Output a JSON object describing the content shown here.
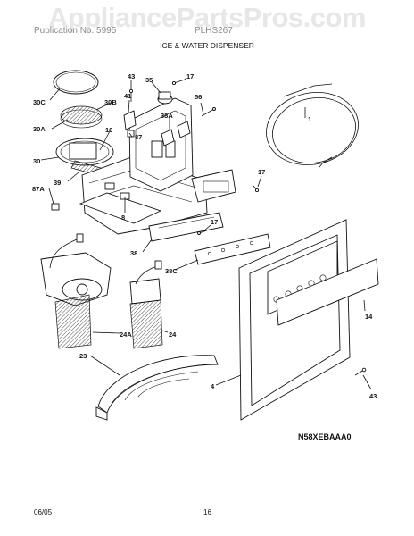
{
  "watermark": "AppliancePartsPros.com",
  "header": {
    "publication": "Publication No. 5995",
    "model_ref": "PLHS267",
    "section_title": "ICE & WATER DISPENSER"
  },
  "callouts": {
    "c1": "1",
    "c4": "4",
    "c8": "8",
    "c10": "10",
    "c14": "14",
    "c17a": "17",
    "c17b": "17",
    "c17c": "17",
    "c23": "23",
    "c24": "24",
    "c24a": "24A",
    "c30": "30",
    "c30a": "30A",
    "c30b": "30B",
    "c30c": "30C",
    "c35": "35",
    "c38": "38",
    "c38a": "38A",
    "c38c": "38C",
    "c39": "39",
    "c41": "41",
    "c43a": "43",
    "c43b": "43",
    "c56": "56",
    "c87": "87",
    "c87a": "87A"
  },
  "diagram_code": "N58XEBAAA0",
  "footer": {
    "date": "06/05",
    "page": "16"
  }
}
